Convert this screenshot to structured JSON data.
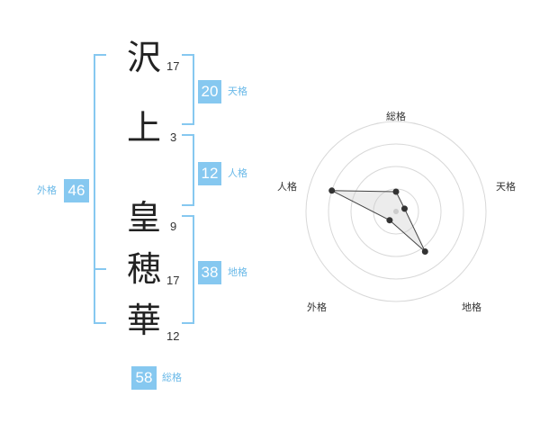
{
  "name_chars": [
    {
      "char": "沢",
      "strokes": "17"
    },
    {
      "char": "上",
      "strokes": "3"
    },
    {
      "char": "皇",
      "strokes": "9"
    },
    {
      "char": "穂",
      "strokes": "17"
    },
    {
      "char": "華",
      "strokes": "12"
    }
  ],
  "fortunes": {
    "tenkaku": {
      "value": "20",
      "label": "天格"
    },
    "jinkaku": {
      "value": "12",
      "label": "人格"
    },
    "chikaku": {
      "value": "38",
      "label": "地格"
    },
    "gaikaku": {
      "value": "46",
      "label": "外格"
    },
    "soukaku": {
      "value": "58",
      "label": "総格"
    }
  },
  "radar": {
    "axis_labels": {
      "top": "総格",
      "right": "天格",
      "bottom_right": "地格",
      "bottom_left": "外格",
      "left": "人格"
    },
    "levels": [
      0.22,
      0.1,
      0.55,
      0.12,
      0.75
    ],
    "level_order": [
      "総格",
      "天格",
      "地格",
      "外格",
      "人格"
    ]
  },
  "colors": {
    "accent": "#86c8f0",
    "label": "#6ab9e8",
    "text": "#222222"
  }
}
